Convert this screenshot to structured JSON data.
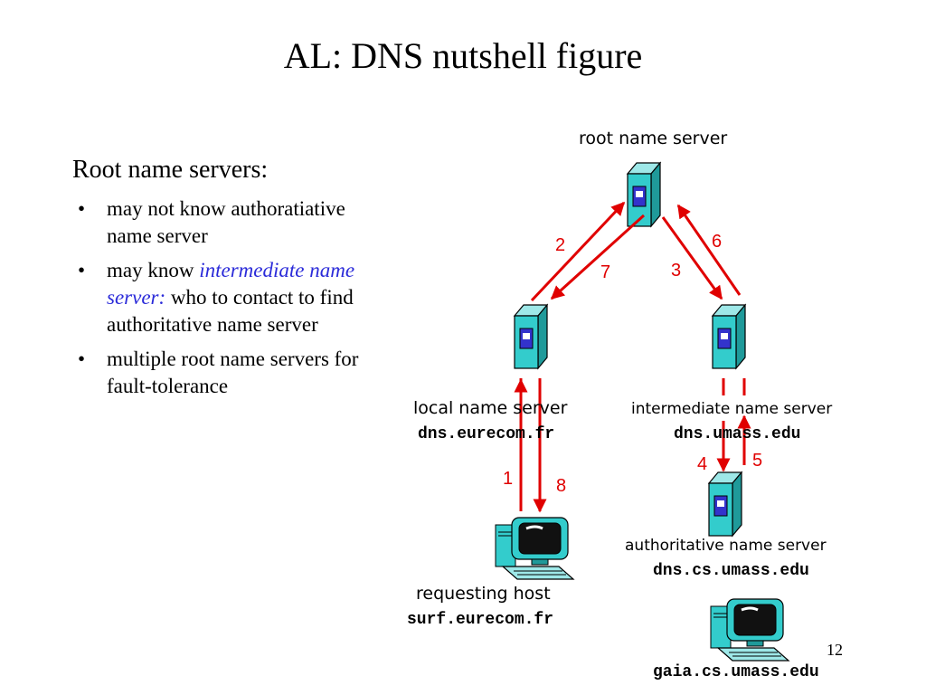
{
  "slide": {
    "title": "AL: DNS nutshell figure",
    "page_number": "12"
  },
  "text": {
    "heading": "Root name servers:",
    "bullets": [
      {
        "text": "may not know authoratiative name server"
      },
      {
        "prefix": "may know ",
        "highlight": "intermediate name server:",
        "suffix": " who to contact to find authoritative name server"
      },
      {
        "text": "multiple root name servers for fault-tolerance"
      }
    ]
  },
  "diagram": {
    "root": {
      "label": "root name server"
    },
    "local": {
      "label": "local name server",
      "host": "dns.eurecom.fr"
    },
    "intermediate": {
      "label": "intermediate name server",
      "host": "dns.umass.edu"
    },
    "authoritative": {
      "label": "authoritative name server",
      "host": "dns.cs.umass.edu"
    },
    "requesting": {
      "label": "requesting host",
      "host": "surf.eurecom.fr"
    },
    "gaia": {
      "host": "gaia.cs.umass.edu"
    },
    "steps": [
      "1",
      "2",
      "3",
      "4",
      "5",
      "6",
      "7",
      "8"
    ],
    "colors": {
      "arrow": "#e00000",
      "server_body": "#33cccc",
      "server_panel": "#3333cc",
      "highlight_text": "#2b2bd9"
    }
  }
}
